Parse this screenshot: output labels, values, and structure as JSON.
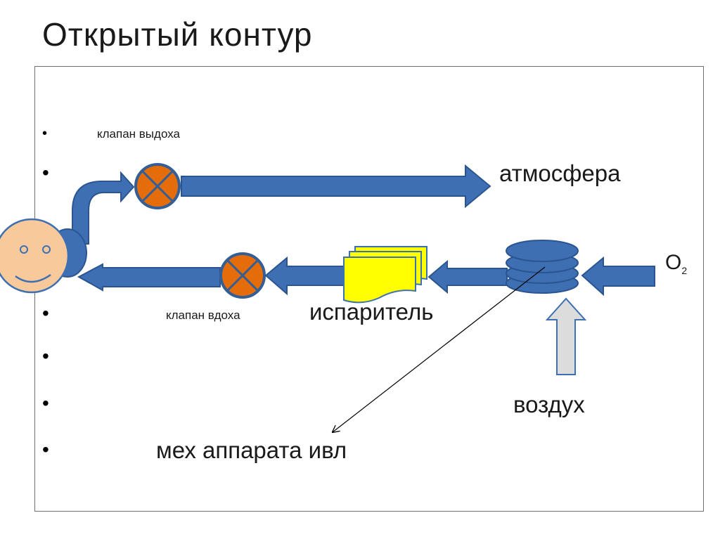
{
  "title": "Открытый  контур",
  "labels": {
    "exhale_valve": "клапан  выдоха",
    "atmosphere": "атмосфера",
    "o2_main": "O",
    "o2_sub": "2",
    "inhale_valve": "клапан вдоха",
    "vaporizer": "испаритель",
    "air": "воздух",
    "bellows": "мех  аппарата  ивл"
  },
  "bullet_char": "•",
  "colors": {
    "pipe_fill": "#3e6fb2",
    "pipe_stroke": "#2b5592",
    "valve_fill": "#e46c0a",
    "valve_stroke": "#345e96",
    "face_fill": "#f8c99b",
    "face_stroke": "#3e6fb2",
    "vaporizer_fill": "#ffff00",
    "vaporizer_stroke": "#3e6fb2",
    "air_arrow_fill": "#dcdcdc",
    "air_arrow_stroke": "#3e6fb2"
  }
}
